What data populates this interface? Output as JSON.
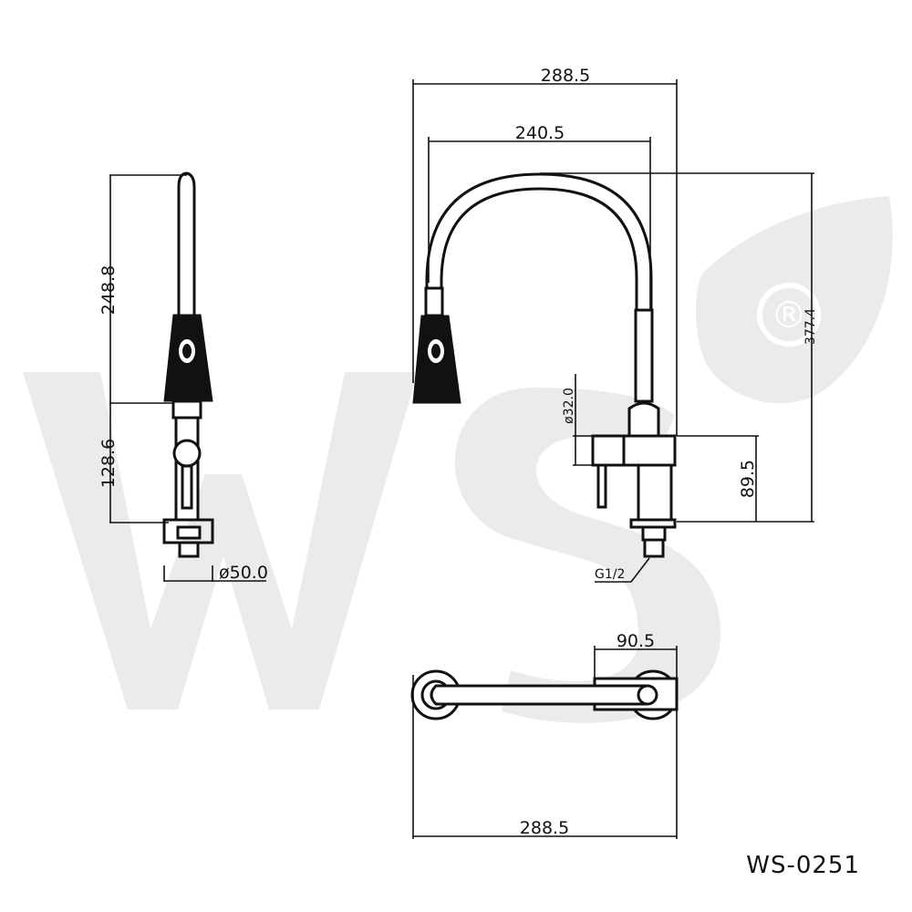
{
  "model_code": "WS-0251",
  "watermark": {
    "text": "WS",
    "registered_symbol": "®",
    "color": "#e9e9e9"
  },
  "dimensions": {
    "side_height_upper": "248.8",
    "side_height_lower": "128.6",
    "side_base_diameter": "ø50.0",
    "front_overall_width": "288.5",
    "front_spout_width": "240.5",
    "front_total_height": "377.4",
    "front_body_diameter": "ø32.0",
    "front_body_height": "89.5",
    "front_thread": "G1/2",
    "top_handle_length": "90.5",
    "top_overall_length": "288.5"
  }
}
